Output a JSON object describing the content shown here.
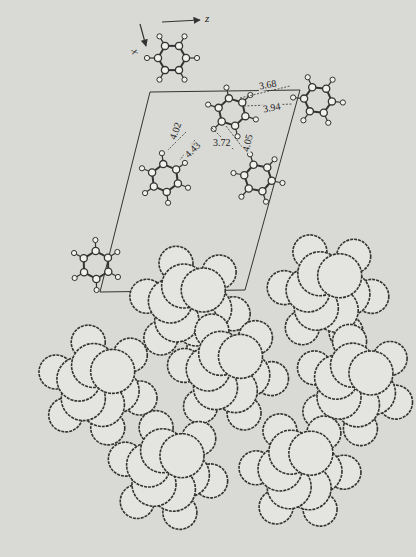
{
  "diagram": {
    "labels": [
      "z",
      "x",
      "3.68",
      "3.94",
      "4.05",
      "4.43",
      "3.72",
      "4.02"
    ]
  }
}
